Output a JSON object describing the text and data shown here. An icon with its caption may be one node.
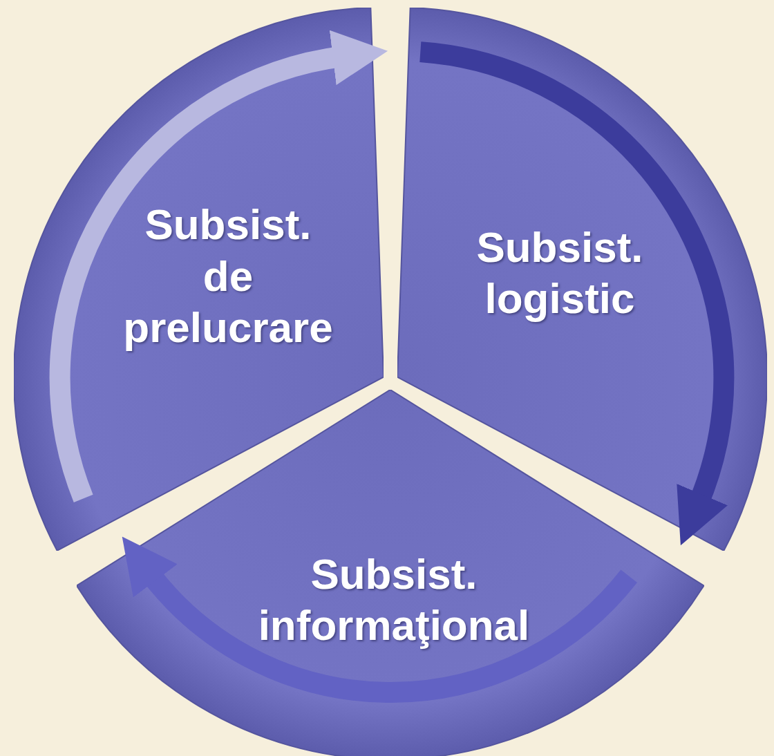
{
  "diagram": {
    "nodes": [
      {
        "text": [
          "Subsist. de prelucrare"
        ]
      },
      {
        "text": [
          "Subsist. logistic"
        ]
      },
      {
        "text": [
          "Subsist. informaţional"
        ]
      }
    ],
    "edges": [
      {
        "from": 0,
        "to": 1,
        "arrow": "to",
        "color": "#b8b8e0"
      },
      {
        "from": 1,
        "to": 2,
        "arrow": "to",
        "color": "#3c3c9c"
      },
      {
        "from": 2,
        "to": 0,
        "arrow": "to",
        "color": "#6262c4"
      }
    ]
  }
}
